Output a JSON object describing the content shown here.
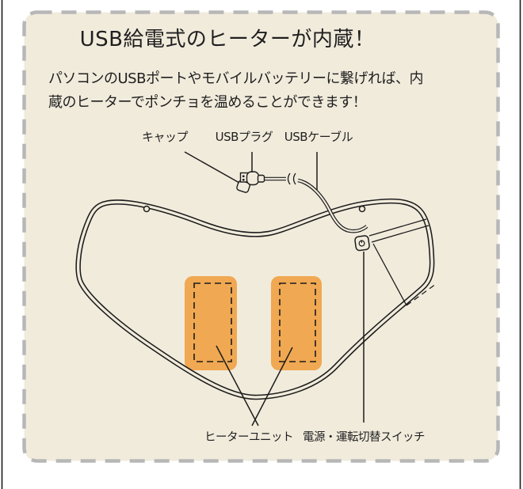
{
  "page": {
    "background_color": "#ffffff",
    "edge_line_color": "#1a1a1a"
  },
  "panel": {
    "background_color": "#f1ebdc",
    "border_color": "#b7b7b7",
    "title": "USB給電式のヒーターが内蔵！",
    "description_line1": "パソコンのUSBポートやモバイルバッテリーに繋げれば、内",
    "description_line2": "蔵のヒーターでポンチョを温めることができます！"
  },
  "diagram": {
    "ink_color": "#1c1c1c",
    "heater_color": "#f0a852",
    "labels": {
      "cap": "キャップ",
      "usb_plug": "USBプラグ",
      "usb_cable": "USBケーブル",
      "heater_unit": "ヒーターユニット",
      "power_switch": "電源・運転切替スイッチ"
    }
  }
}
